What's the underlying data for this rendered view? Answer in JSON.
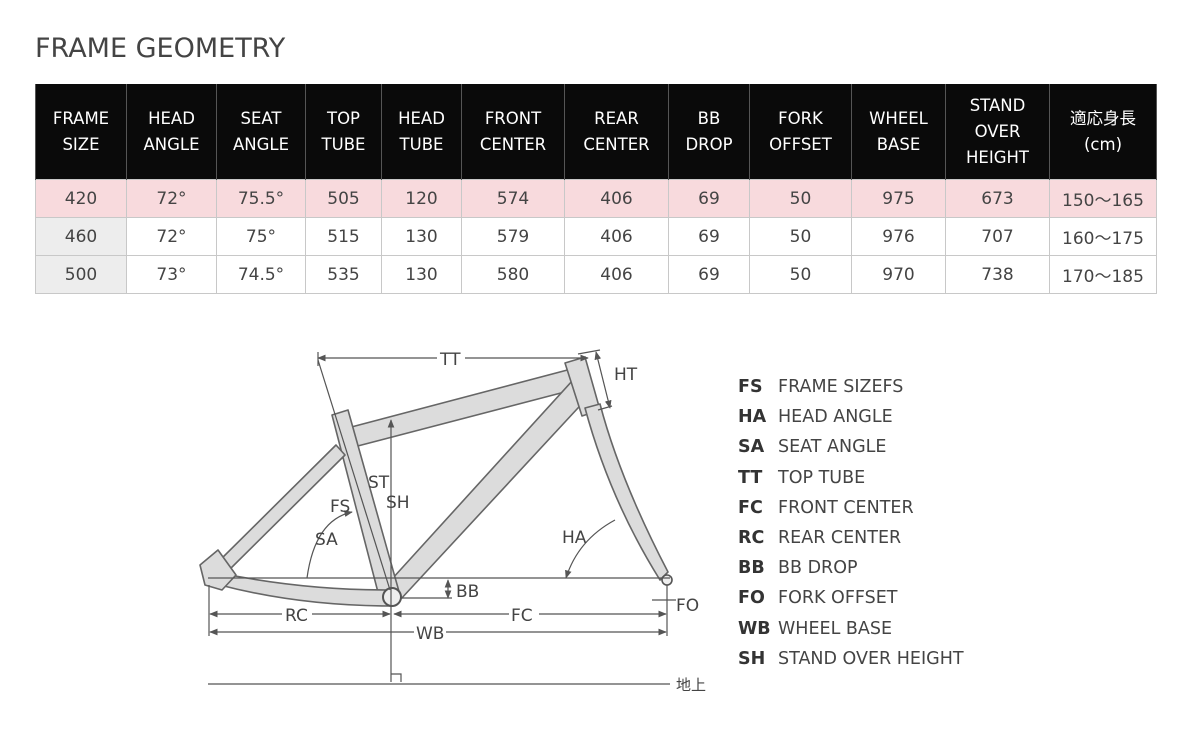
{
  "title": "FRAME GEOMETRY",
  "table": {
    "headers": [
      "FRAME\nSIZE",
      "HEAD\nANGLE",
      "SEAT\nANGLE",
      "TOP\nTUBE",
      "HEAD\nTUBE",
      "FRONT\nCENTER",
      "REAR\nCENTER",
      "BB\nDROP",
      "FORK\nOFFSET",
      "WHEEL\nBASE",
      "STAND\nOVER\nHEIGHT",
      "適応身長\n(cm)"
    ],
    "rows": [
      [
        "420",
        "72°",
        "75.5°",
        "505",
        "120",
        "574",
        "406",
        "69",
        "50",
        "975",
        "673",
        "150〜165"
      ],
      [
        "460",
        "72°",
        "75°",
        "515",
        "130",
        "579",
        "406",
        "69",
        "50",
        "976",
        "707",
        "160〜175"
      ],
      [
        "500",
        "73°",
        "74.5°",
        "535",
        "130",
        "580",
        "406",
        "69",
        "50",
        "970",
        "738",
        "170〜185"
      ]
    ],
    "highlight_row": 0,
    "highlight_color": "#f8dadd"
  },
  "diagram": {
    "labels": {
      "tt": "TT",
      "ht": "HT",
      "st": "ST",
      "sh": "SH",
      "fs": "FS",
      "sa": "SA",
      "ha": "HA",
      "bb": "BB",
      "rc": "RC",
      "wb": "WB",
      "fc": "FC",
      "fo": "FO",
      "ground": "地上"
    }
  },
  "legend": [
    {
      "abbr": "FS",
      "text": "FRAME SIZEFS"
    },
    {
      "abbr": "HA",
      "text": "HEAD ANGLE"
    },
    {
      "abbr": "SA",
      "text": "SEAT ANGLE"
    },
    {
      "abbr": "TT",
      "text": "TOP TUBE"
    },
    {
      "abbr": "FC",
      "text": "FRONT CENTER"
    },
    {
      "abbr": "RC",
      "text": "REAR CENTER"
    },
    {
      "abbr": "BB",
      "text": "BB DROP"
    },
    {
      "abbr": "FO",
      "text": "FORK OFFSET"
    },
    {
      "abbr": "WB",
      "text": "WHEEL BASE"
    },
    {
      "abbr": "SH",
      "text": "STAND OVER HEIGHT"
    }
  ]
}
